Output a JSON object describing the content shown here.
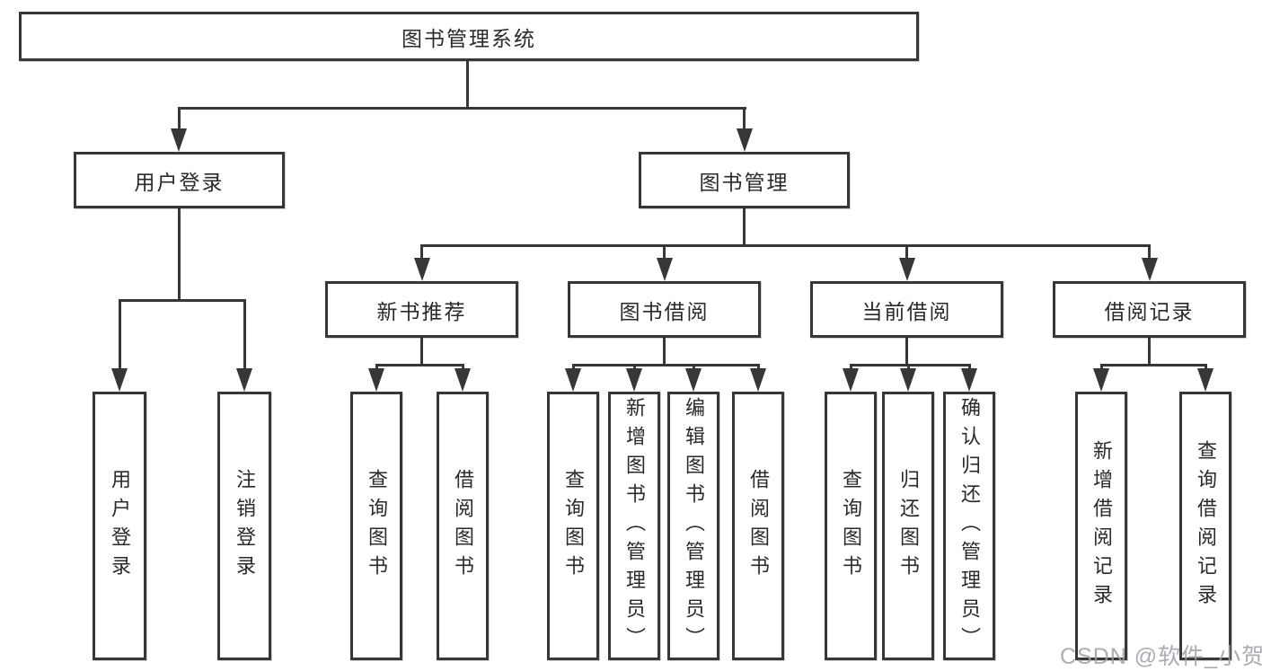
{
  "tree": {
    "root": {
      "label": "图书管理系统"
    },
    "branches": [
      {
        "label": "用户登录",
        "children": [
          {
            "label": "用户登录"
          },
          {
            "label": "注销登录"
          }
        ]
      },
      {
        "label": "图书管理",
        "sections": [
          {
            "label": "新书推荐",
            "children": [
              {
                "label": "查询图书"
              },
              {
                "label": "借阅图书"
              }
            ]
          },
          {
            "label": "图书借阅",
            "children": [
              {
                "label": "查询图书"
              },
              {
                "label": "新增图书（管理员）"
              },
              {
                "label": "编辑图书（管理员）"
              },
              {
                "label": "借阅图书"
              }
            ]
          },
          {
            "label": "当前借阅",
            "children": [
              {
                "label": "查询图书"
              },
              {
                "label": "归还图书"
              },
              {
                "label": "确认归还（管理员）"
              }
            ]
          },
          {
            "label": "借阅记录",
            "children": [
              {
                "label": "新增借阅记录"
              },
              {
                "label": "查询借阅记录"
              }
            ]
          }
        ]
      }
    ]
  },
  "watermark": {
    "text": "CSDN @软件_小贺同学"
  },
  "colors": {
    "line": "#373737",
    "text": "#2a2a2a",
    "watermark": "#9e9ea8",
    "background": "#ffffff"
  }
}
